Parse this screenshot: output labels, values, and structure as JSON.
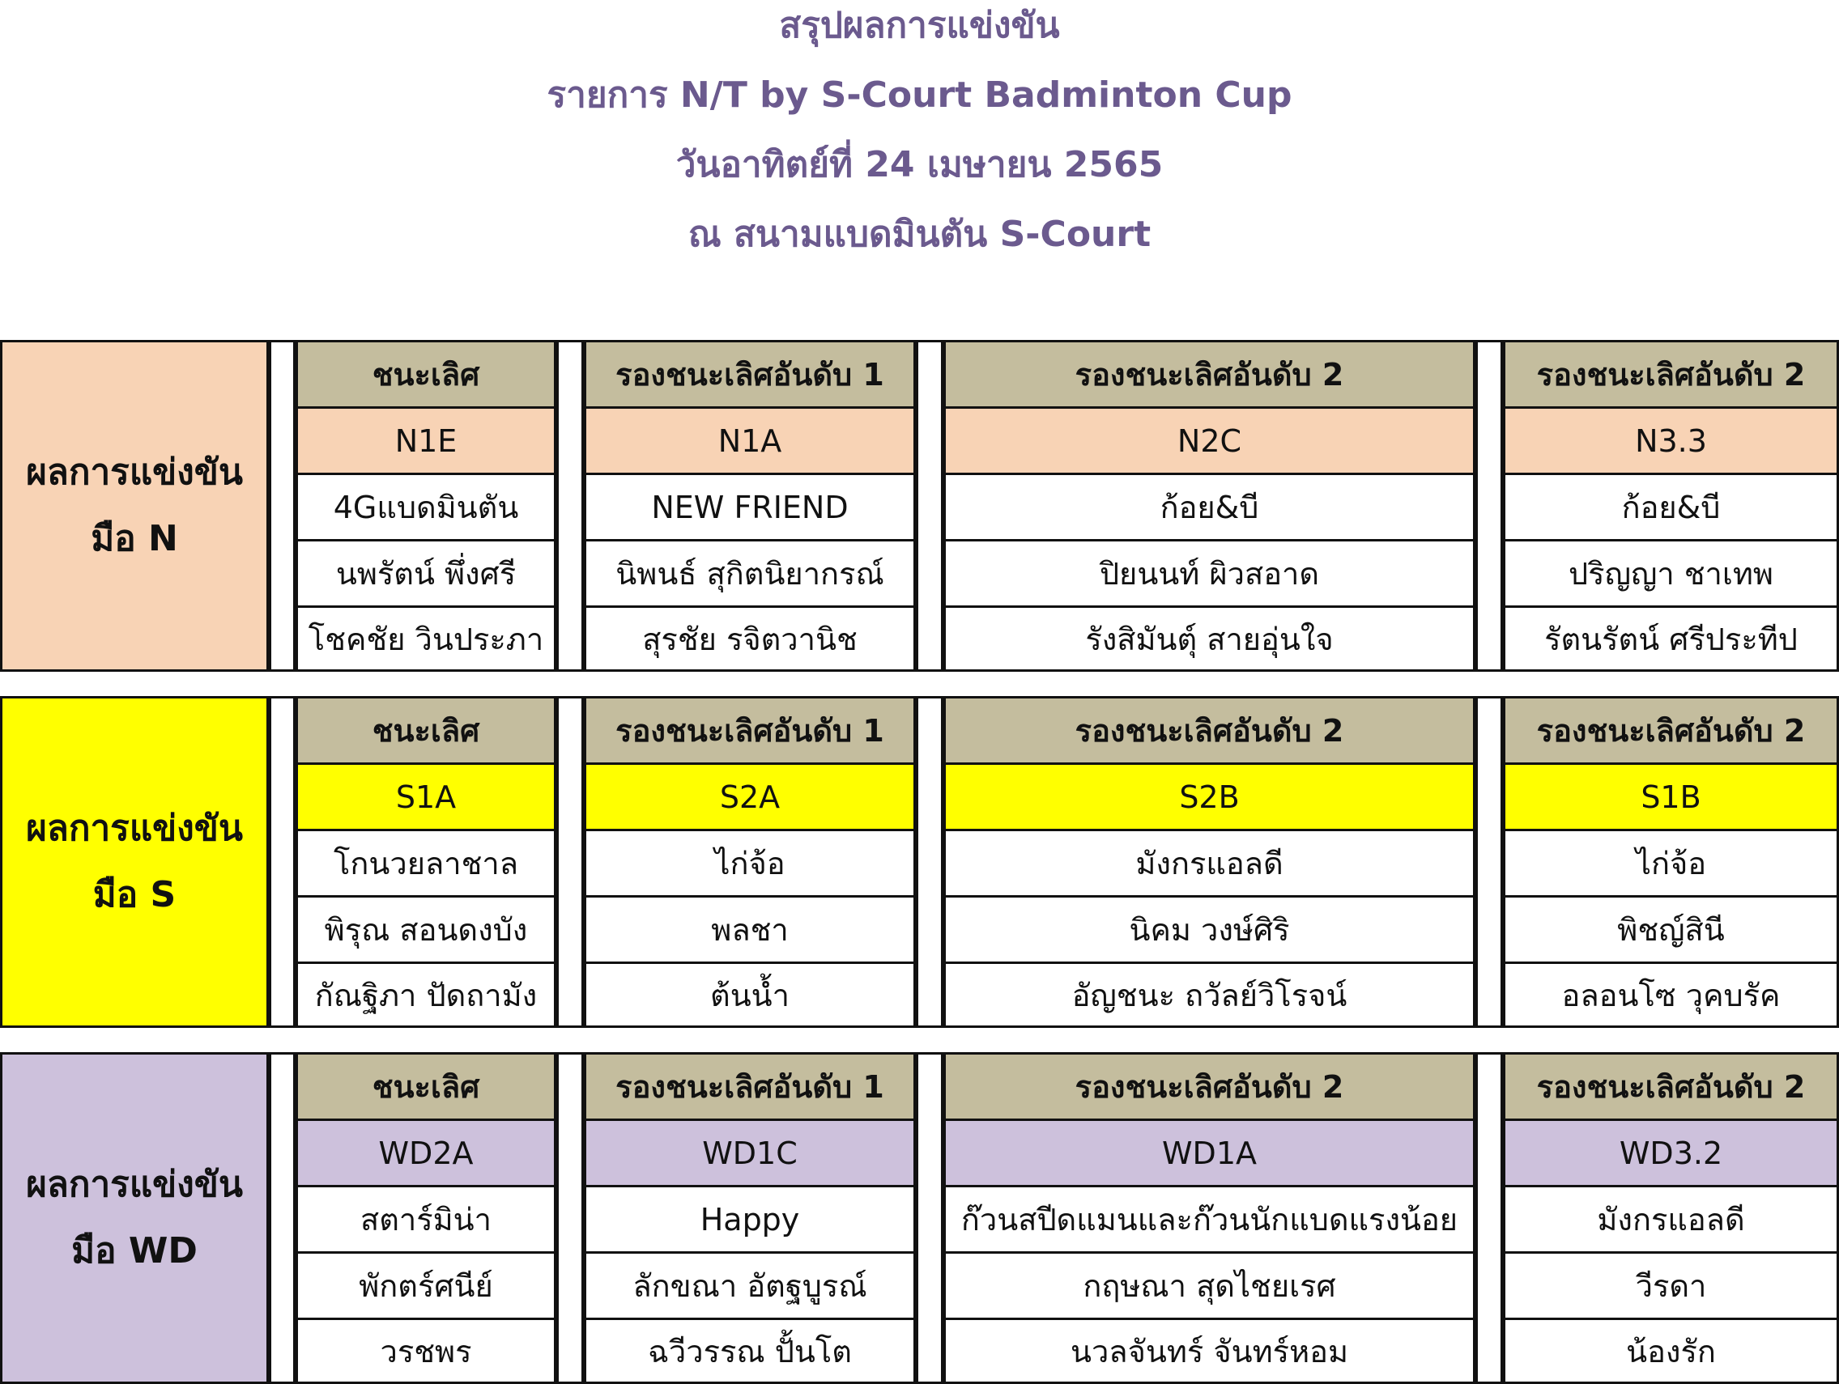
{
  "header": {
    "line1": "สรุปผลการแข่งขัน",
    "line2": "รายการ N/T by S-Court Badminton Cup",
    "line3": "วันอาทิตย์ที่ 24 เมษายน 2565",
    "line4": "ณ สนามแบดมินตัน S-Court"
  },
  "columns": [
    "ชนะเลิศ",
    "รองชนะเลิศอันดับ 1",
    "รองชนะเลิศอันดับ 2",
    "รองชนะเลิศอันดับ 2"
  ],
  "blocks": [
    {
      "label1": "ผลการแข่งขัน",
      "label2": "มือ N",
      "color": "#f8d3b5",
      "teams": [
        "N1E",
        "N1A",
        "N2C",
        "N3.3"
      ],
      "rows": [
        [
          "4Gแบดมินตัน",
          "NEW FRIEND",
          "ก้อย&บี",
          "ก้อย&บี"
        ],
        [
          "นพรัตน์ พึ่งศรี",
          "นิพนธ์ สุกิตนิยากรณ์",
          "ปิยนนท์  ผิวสอาด",
          "ปริญญา  ชาเทพ"
        ],
        [
          "โชคชัย วินประภา",
          "สุรชัย รจิตวานิช",
          "รังสิมันตุ์  สายอุ่นใจ",
          "รัตนรัตน์  ศรีประทีป"
        ]
      ]
    },
    {
      "label1": "ผลการแข่งขัน",
      "label2": "มือ S",
      "color": "#ffff00",
      "teams": [
        "S1A",
        "S2A",
        "S2B",
        "S1B"
      ],
      "rows": [
        [
          "โกนวยลาชาล",
          "ไก่จ้อ",
          "มังกรแอลดี",
          "ไก่จ้อ"
        ],
        [
          "พิรุณ  สอนดงบัง",
          "พลชา",
          "นิคม  วงษ์ศิริ",
          "พิชญ์สินี"
        ],
        [
          "กัณฐิภา ปัดถามัง",
          "ต้นน้ำ",
          "อัญชนะ  ถวัลย์วิโรจน์",
          "อลอนโซ วุคบรัค"
        ]
      ]
    },
    {
      "label1": "ผลการแข่งขัน",
      "label2": "มือ WD",
      "color": "#cdc1dc",
      "teams": [
        "WD2A",
        "WD1C",
        "WD1A",
        "WD3.2"
      ],
      "rows": [
        [
          "สตาร์มิน่า",
          "Happy",
          "ก๊วนสปีดแมนและก๊วนนักแบดแรงน้อย",
          "มังกรแอลดี"
        ],
        [
          "พักตร์ศนีย์",
          "ลักขณา  อัตฐบูรณ์",
          "กฤษณา สุดไชยเรศ",
          "วีรดา"
        ],
        [
          "วรชพร",
          "ฉวีวรรณ ปั้นโต",
          "นวลจันทร์  จันทร์หอม",
          "น้องรัก"
        ]
      ]
    }
  ]
}
